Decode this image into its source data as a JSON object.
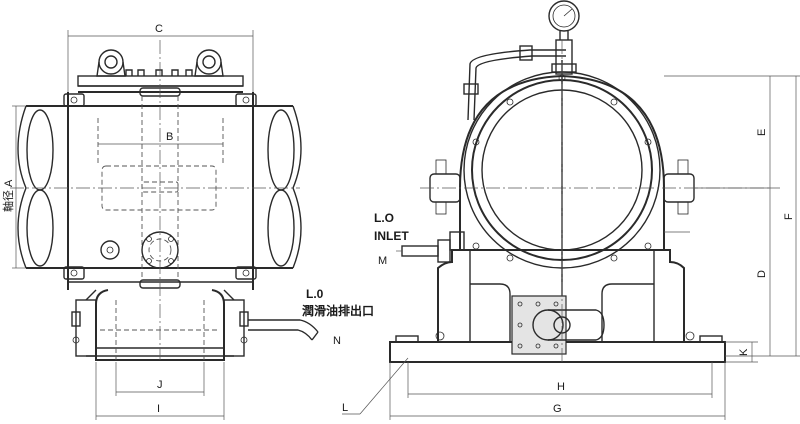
{
  "drawing": {
    "dimension_labels": {
      "c": "C",
      "b": "B",
      "j": "J",
      "i": "I",
      "e": "E",
      "f": "F",
      "d": "D",
      "h": "H",
      "g": "G",
      "k": "K",
      "m": "M",
      "n": "N",
      "l": "L"
    },
    "side_label": "軸径 A",
    "inlet_label_line1": "L.O",
    "inlet_label_line2": "INLET",
    "drain_label_line1": "L.0",
    "drain_label_line2": "潤滑油排出口"
  }
}
